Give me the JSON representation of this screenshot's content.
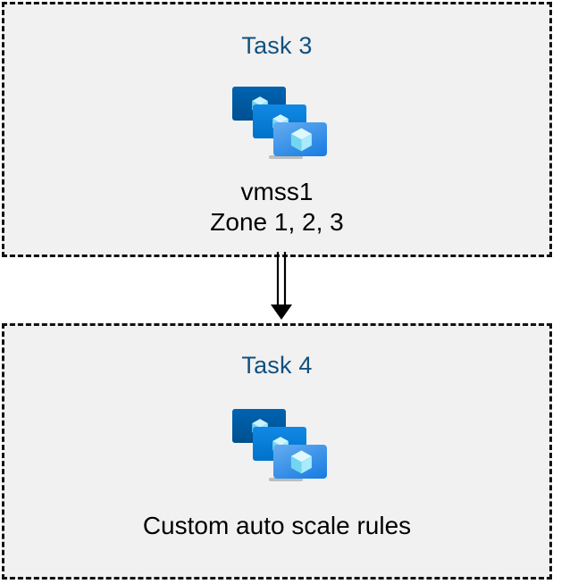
{
  "diagram": {
    "background_color": "#ffffff",
    "box_fill_color": "#f1f1f1",
    "box_border_color": "#111111",
    "title_color": "#12507e",
    "caption_color": "#000000",
    "connector": {
      "name": "double-line-arrow",
      "direction": "down",
      "from": "Task 3",
      "to": "Task 4",
      "color": "#000000"
    },
    "nodes": [
      {
        "id": "task-3",
        "title": "Task 3",
        "icon": {
          "name": "virtual-machine-scale-set-icon",
          "monitors": [
            {
              "color_top": "#0063b1",
              "color_bottom": "#005a9e"
            },
            {
              "color_top": "#0f86e0",
              "color_bottom": "#0078d4"
            },
            {
              "color_top": "#5aa6ef",
              "color_bottom": "#1b81e5"
            }
          ],
          "cube_color_light": "#c3f1fb",
          "cube_color_mid": "#86e1f7",
          "cube_color_dark": "#5ccdee",
          "stand_color": "#b8b8b8"
        },
        "caption_lines": [
          "vmss1",
          "Zone 1, 2, 3"
        ]
      },
      {
        "id": "task-4",
        "title": "Task 4",
        "icon": {
          "name": "virtual-machine-scale-set-icon",
          "monitors": [
            {
              "color_top": "#0063b1",
              "color_bottom": "#005a9e"
            },
            {
              "color_top": "#0f86e0",
              "color_bottom": "#0078d4"
            },
            {
              "color_top": "#5aa6ef",
              "color_bottom": "#1b81e5"
            }
          ],
          "cube_color_light": "#c3f1fb",
          "cube_color_mid": "#86e1f7",
          "cube_color_dark": "#5ccdee",
          "stand_color": "#b8b8b8"
        },
        "caption_lines": [
          "Custom auto scale rules"
        ]
      }
    ]
  }
}
